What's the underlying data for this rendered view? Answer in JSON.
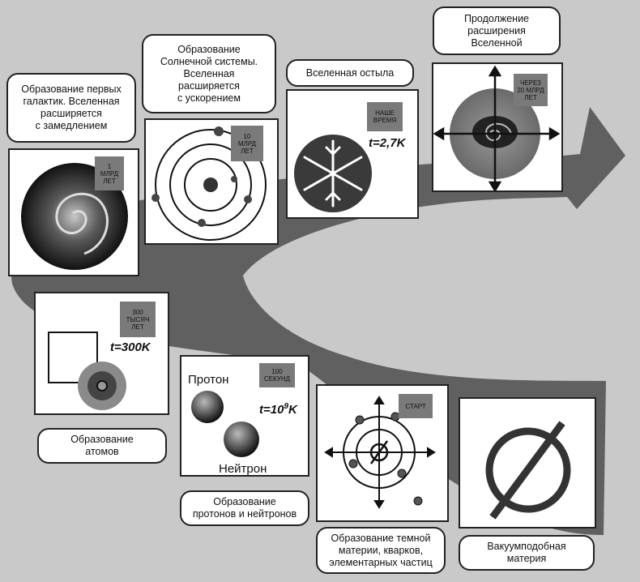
{
  "stages": {
    "galaxies": {
      "caption": "Образование первых\nгалактик. Вселенная\nрасширяется\nс замедлением",
      "badge": "1\nМЛРД\nЛЕТ",
      "icon": "spiral-galaxy-icon"
    },
    "solar": {
      "caption": "Образование\nСолнечной системы.\nВселенная\nрасширяется\nс ускорением",
      "badge": "10\nМЛРД\nЛЕТ",
      "icon": "solar-system-icon"
    },
    "cooled": {
      "caption": "Вселенная остыла",
      "badge": "НАШЕ\nВРЕМЯ",
      "temperature": "t=2,7K",
      "icon": "snowflake-icon"
    },
    "continued": {
      "caption": "Продолжение\nрасширения\nВселенной",
      "badge": "ЧЕРЕЗ\n20 МЛРД\nЛЕТ",
      "icon": "expanding-galaxy-icon"
    },
    "atoms": {
      "caption": "Образование\nатомов",
      "badge": "300\nТЫСЯЧ\nЛЕТ",
      "temperature": "t=300K",
      "icon": "atom-icon"
    },
    "nucleons": {
      "caption": "Образование\nпротонов и нейтронов",
      "badge": "100\nСЕКУНД",
      "temperature_base": "t=10",
      "temperature_exp": "9",
      "temperature_unit": "K",
      "proton_label": "Протон",
      "neutron_label": "Нейтрон",
      "icon": "nucleons-icon"
    },
    "dark": {
      "caption": "Образование темной\nматерии, кварков,\nэлементарных частиц",
      "badge": "СТАРТ",
      "icon": "crosshair-particles-icon"
    },
    "vacuum": {
      "caption": "Вакуумподобная\nматерия",
      "icon": "empty-set-icon"
    }
  },
  "colors": {
    "band": "#606060",
    "background": "#c9c9c9",
    "badge": "#7a7a7a"
  }
}
